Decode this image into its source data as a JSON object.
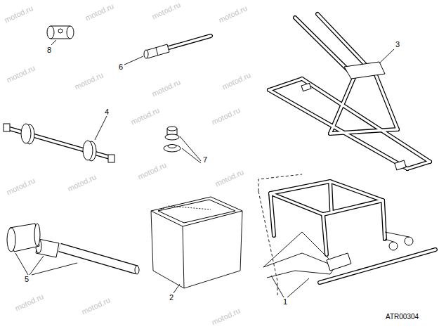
{
  "diagram": {
    "labels": [
      "8",
      "6",
      "3",
      "4",
      "7",
      "5",
      "2",
      "1",
      "ATR00304",
      "motod.ru",
      "motod.ru",
      "motod.ru",
      "motod.ru",
      "motod.ru",
      "motod.ru",
      "motod.ru",
      "motod.ru",
      "motod.ru",
      "motod.ru",
      "motod.ru",
      "motod.ru",
      "motod.ru",
      "motod.ru",
      "motod.ru",
      "motod.ru",
      "motod.ru"
    ]
  }
}
